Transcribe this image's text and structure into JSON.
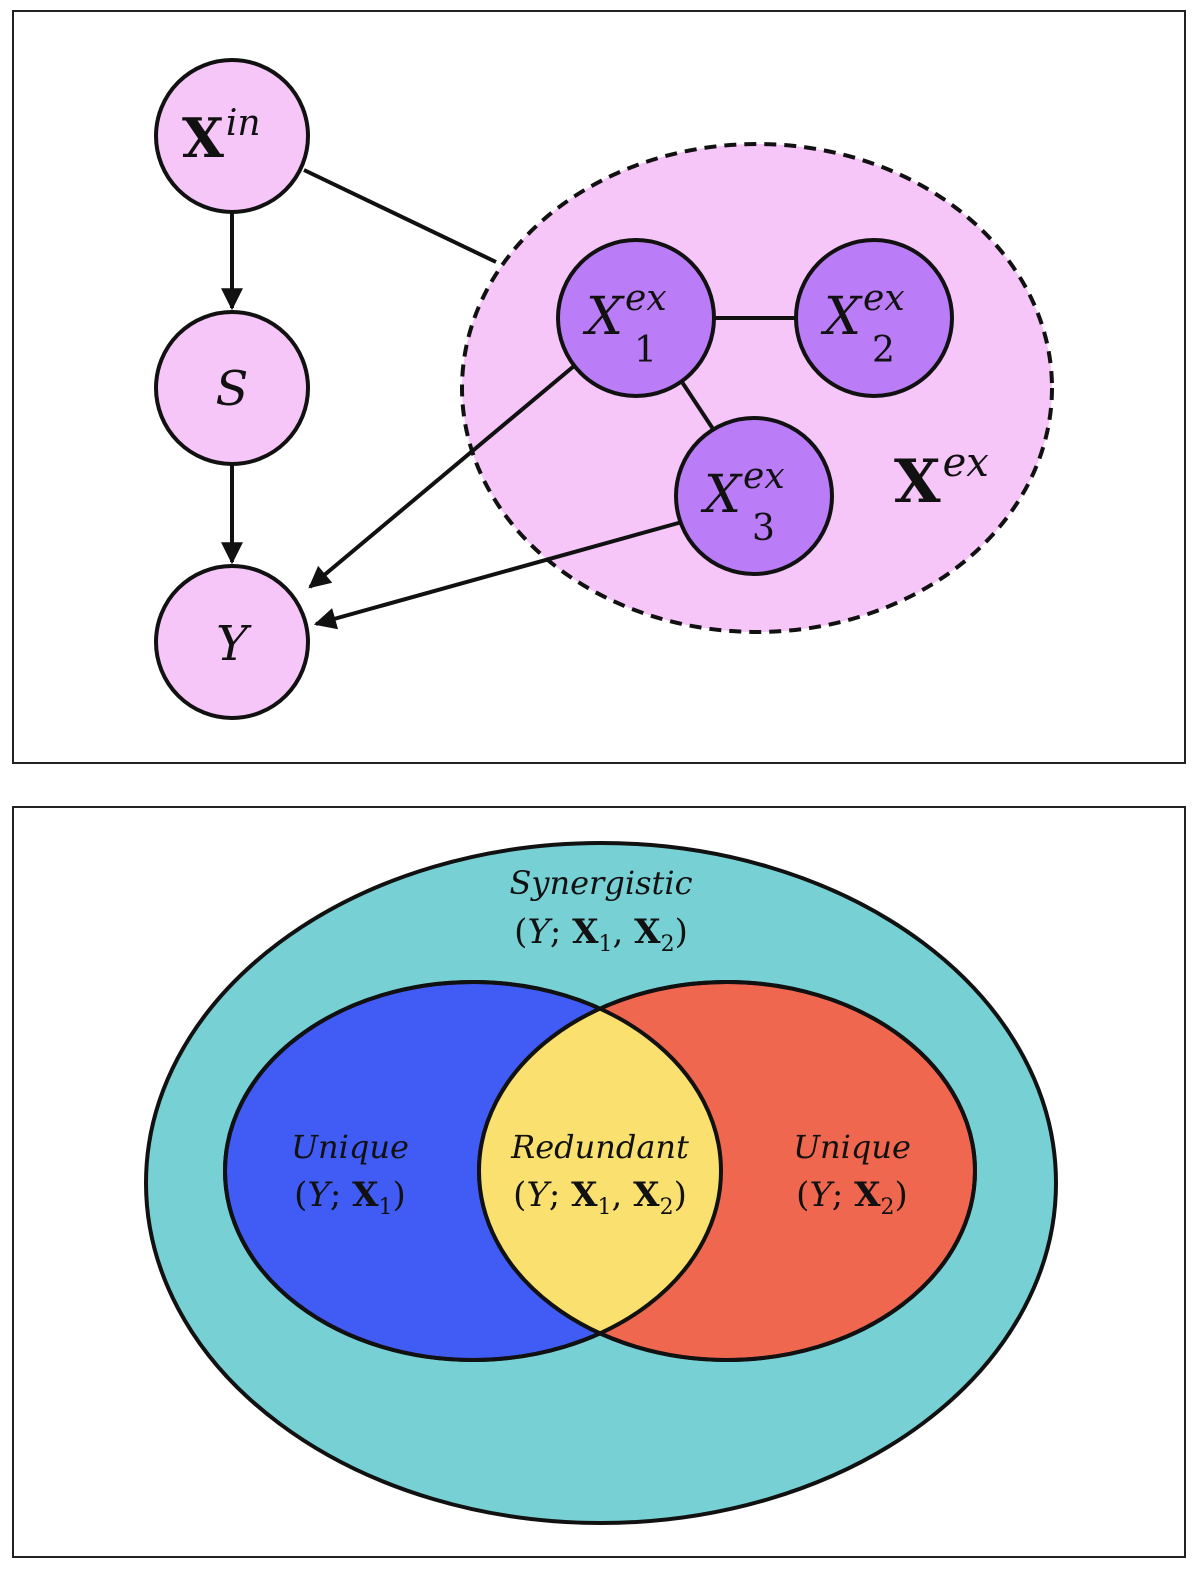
{
  "graph": {
    "node_fill": "#f5c6f7",
    "sub_node_fill": "#bb7df7",
    "group_fill": "#f5c6f7",
    "nodes": {
      "xin": {
        "base": "X",
        "sup": "in"
      },
      "s": {
        "label": "S"
      },
      "y": {
        "label": "Y"
      },
      "x1": {
        "base": "X",
        "sup": "ex",
        "sub": "1"
      },
      "x2": {
        "base": "X",
        "sup": "ex",
        "sub": "2"
      },
      "x3": {
        "base": "X",
        "sup": "ex",
        "sub": "3"
      }
    },
    "group": {
      "base": "X",
      "sup": "ex"
    },
    "edges": [
      {
        "from": "xin",
        "to": "s",
        "directed": true
      },
      {
        "from": "s",
        "to": "y",
        "directed": true
      },
      {
        "from": "xin",
        "to": "xex",
        "directed": false
      },
      {
        "from": "x1",
        "to": "x2",
        "directed": false
      },
      {
        "from": "x1",
        "to": "x3",
        "directed": false
      },
      {
        "from": "x1",
        "to": "y",
        "directed": true
      },
      {
        "from": "x3",
        "to": "y",
        "directed": true
      }
    ]
  },
  "pid": {
    "colors": {
      "synergistic": "#77d1d4",
      "unique_x1": "#405cf5",
      "unique_x2": "#f0674f",
      "redundant": "#fae16f"
    },
    "synergistic": {
      "title": "Synergistic",
      "y": "Y",
      "x1": "X",
      "x1_sub": "1",
      "x2": "X",
      "x2_sub": "2"
    },
    "unique_x1": {
      "title": "Unique",
      "y": "Y",
      "x": "X",
      "x_sub": "1"
    },
    "redundant": {
      "title": "Redundant",
      "y": "Y",
      "x1": "X",
      "x1_sub": "1",
      "x2": "X",
      "x2_sub": "2"
    },
    "unique_x2": {
      "title": "Unique",
      "y": "Y",
      "x": "X",
      "x_sub": "2"
    }
  }
}
